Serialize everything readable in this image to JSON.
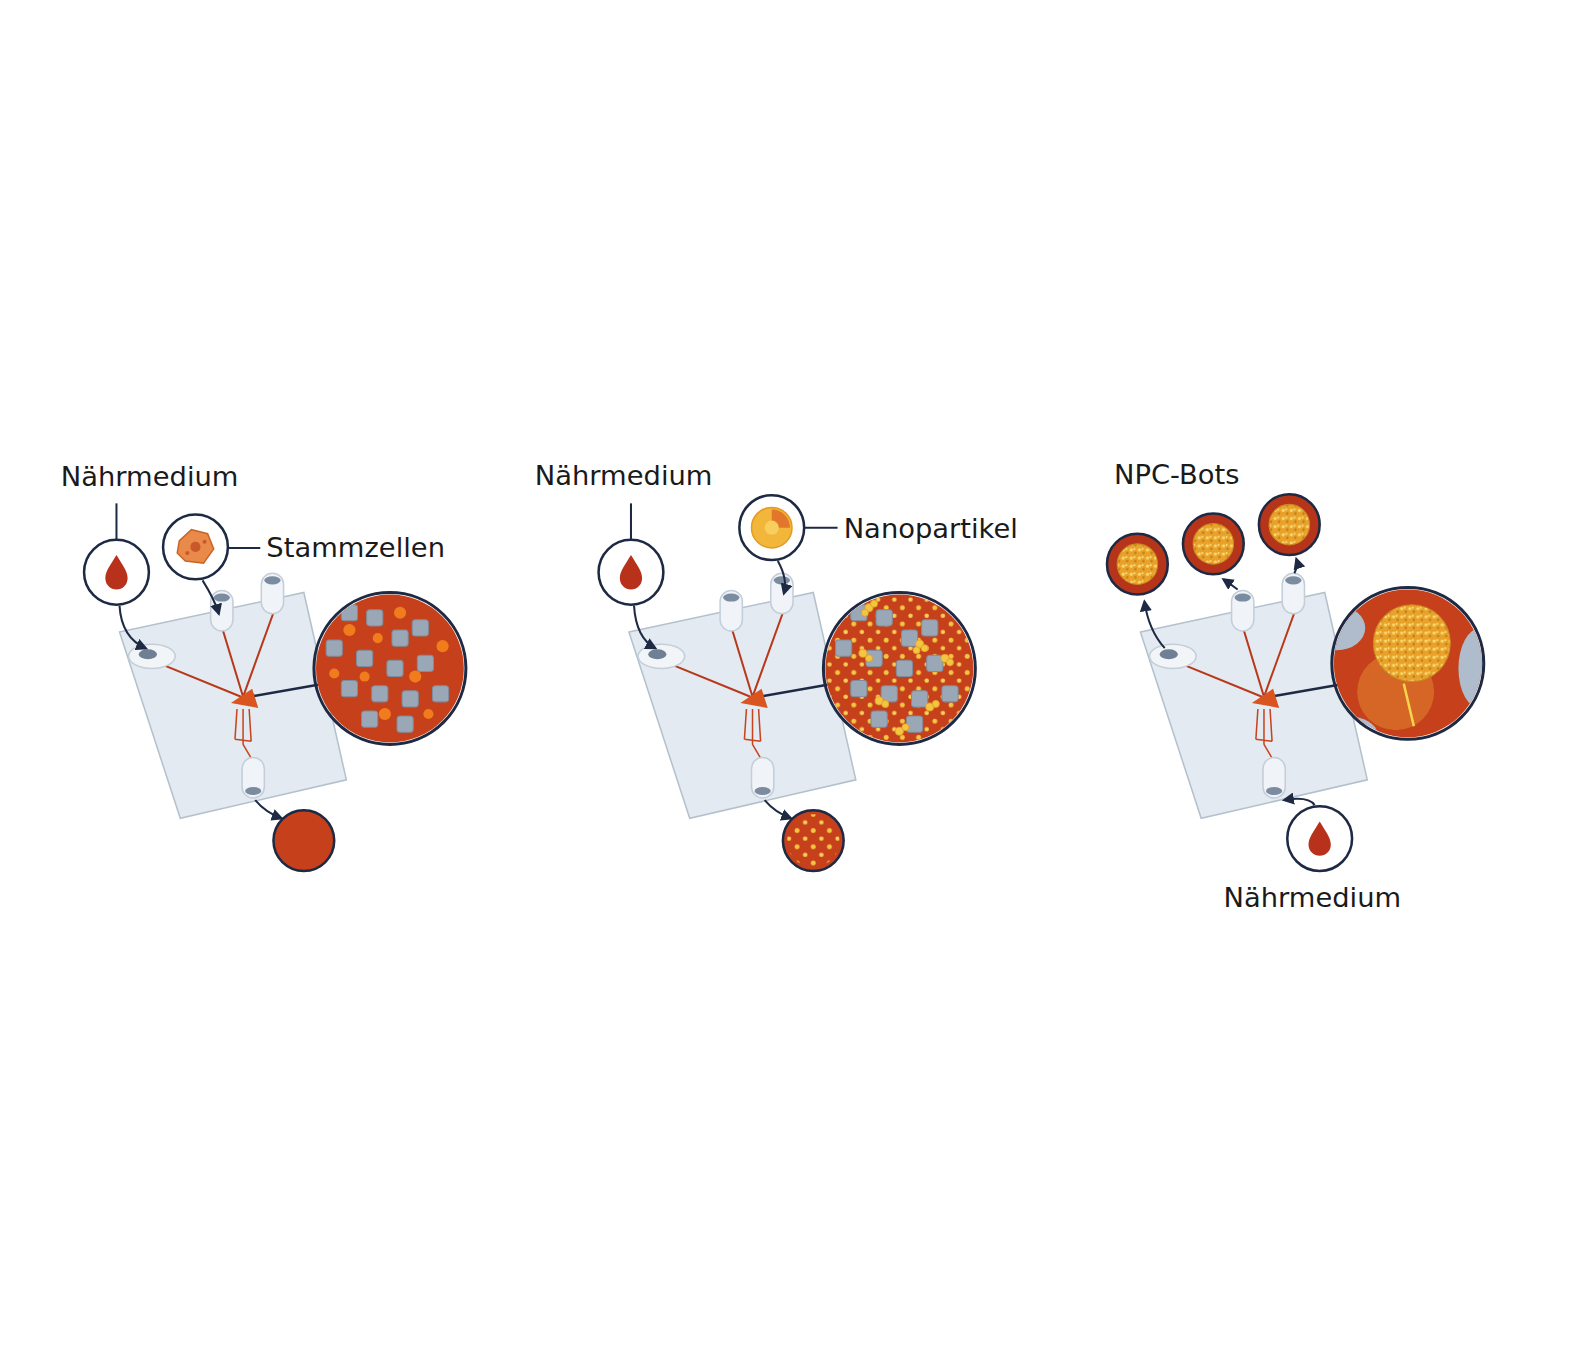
{
  "diagram": {
    "labels": [
      "Nährmedium",
      "Stammzellen",
      "Nährmedium",
      "Nanopartikel",
      "NPC-Bots",
      "Nährmedium"
    ]
  }
}
